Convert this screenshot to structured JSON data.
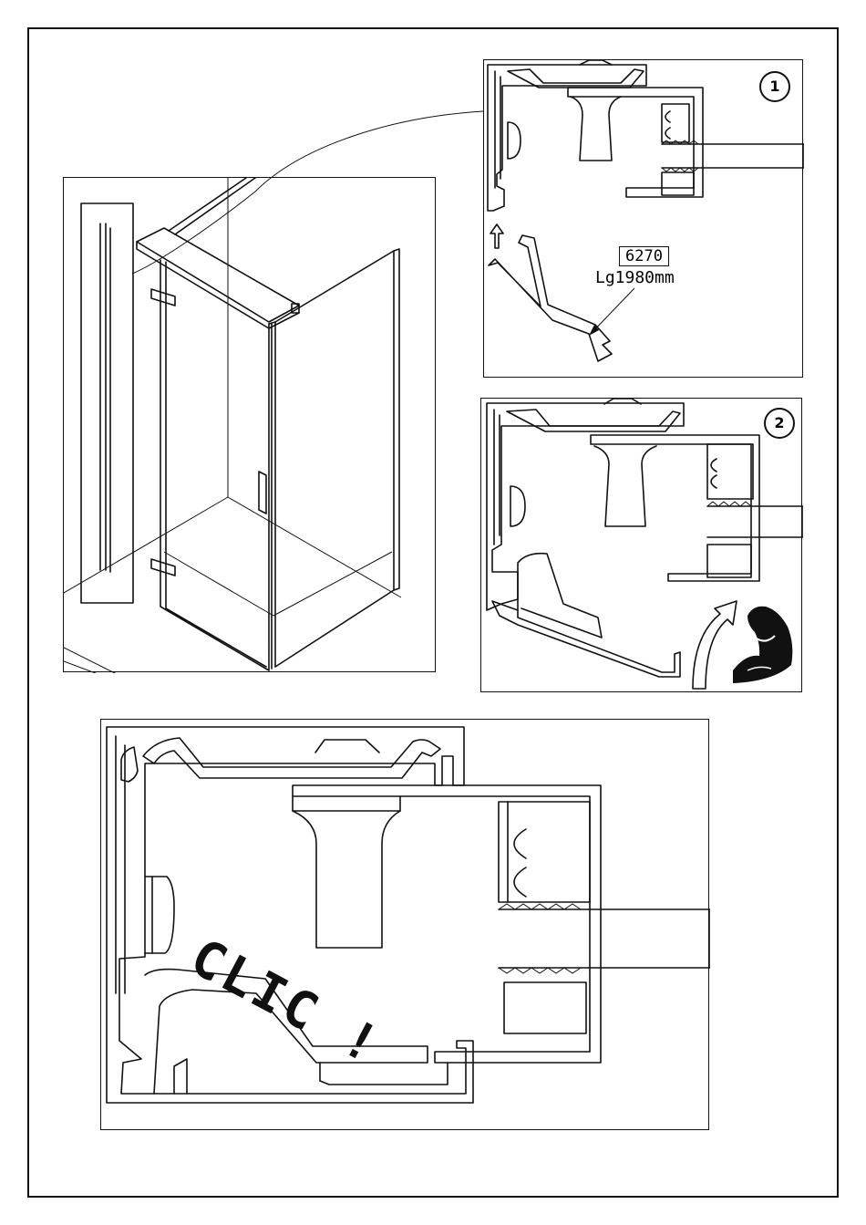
{
  "panel1": {
    "step": "1",
    "profile_code": "6270",
    "profile_length": "Lg1980mm"
  },
  "panel2": {
    "step": "2",
    "icon": "flexed-arm-icon"
  },
  "panel3": {
    "sound_text": "CLIC !"
  },
  "colors": {
    "ink": "#111111",
    "paper": "#ffffff"
  }
}
